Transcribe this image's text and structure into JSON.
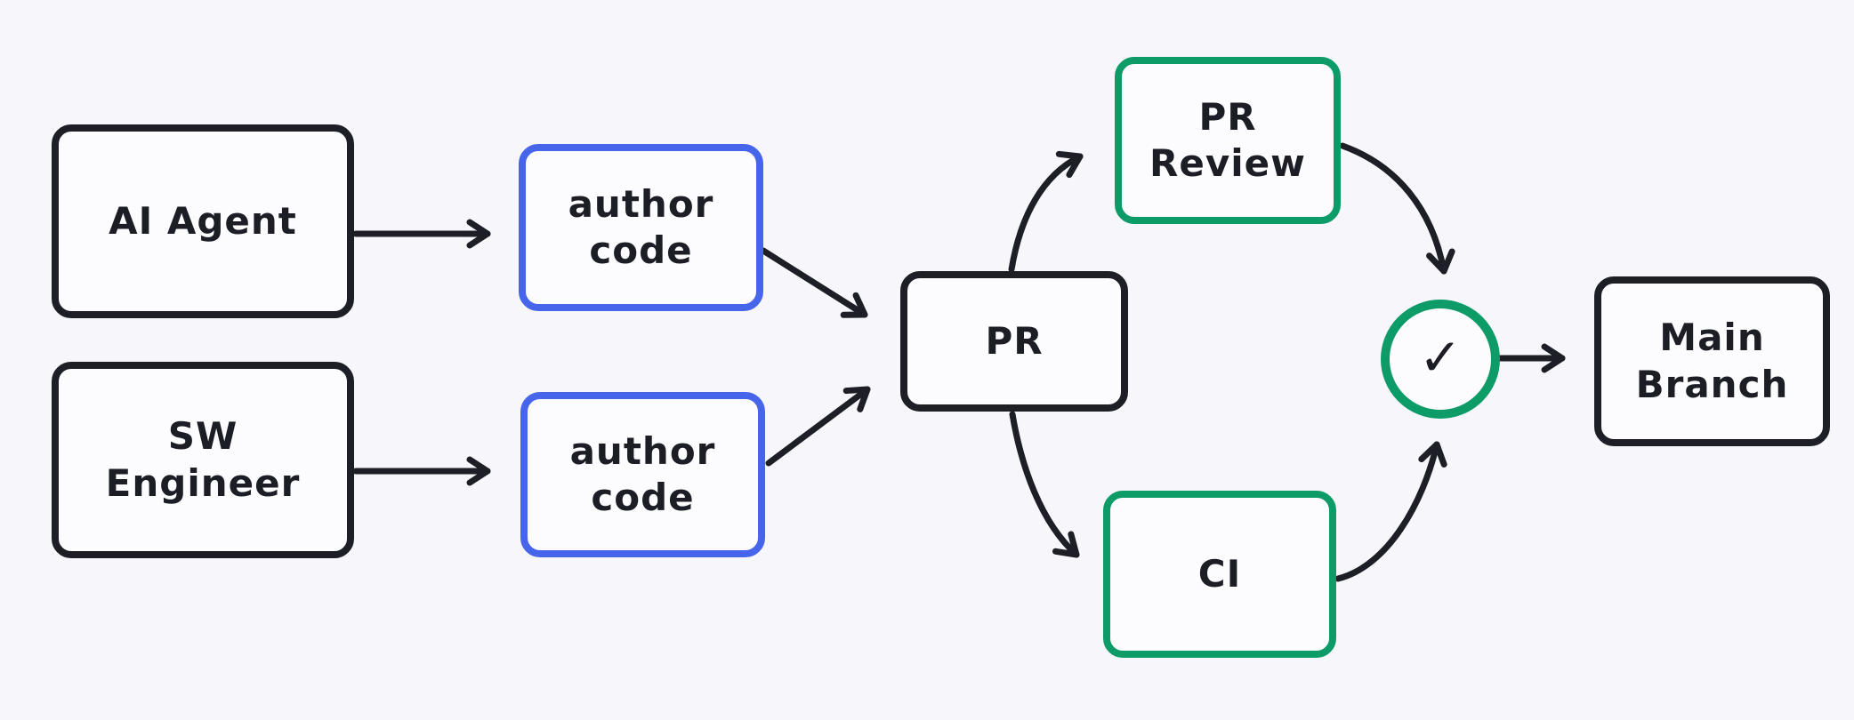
{
  "diagram": {
    "background_color": "#f7f7fb",
    "node_fill_color": "#fcfcfe",
    "stroke_black": "#1e1e26",
    "stroke_blue": "#4765ea",
    "stroke_green": "#0d9b68",
    "text_color": "#1d1d26",
    "nodes": {
      "ai_agent": {
        "label": "AI Agent",
        "border_color": "black"
      },
      "sw_engineer": {
        "line1": "SW",
        "line2": "Engineer",
        "border_color": "black"
      },
      "author_code_top": {
        "line1": "author",
        "line2": "code",
        "border_color": "blue"
      },
      "author_code_bottom": {
        "line1": "author",
        "line2": "code",
        "border_color": "blue"
      },
      "pr": {
        "label": "PR",
        "border_color": "black"
      },
      "pr_review": {
        "line1": "PR",
        "line2": "Review",
        "border_color": "green"
      },
      "ci": {
        "label": "CI",
        "border_color": "green"
      },
      "checkpoint": {
        "icon": "✓",
        "border_color": "green"
      },
      "main_branch": {
        "line1": "Main",
        "line2": "Branch",
        "border_color": "black"
      }
    },
    "edges": [
      {
        "from": "ai_agent",
        "to": "author_code_top",
        "style": "straight"
      },
      {
        "from": "sw_engineer",
        "to": "author_code_bottom",
        "style": "straight"
      },
      {
        "from": "author_code_top",
        "to": "pr",
        "style": "straight"
      },
      {
        "from": "author_code_bottom",
        "to": "pr",
        "style": "straight"
      },
      {
        "from": "pr",
        "to": "pr_review",
        "style": "curved"
      },
      {
        "from": "pr",
        "to": "ci",
        "style": "curved"
      },
      {
        "from": "pr_review",
        "to": "checkpoint",
        "style": "curved"
      },
      {
        "from": "ci",
        "to": "checkpoint",
        "style": "curved"
      },
      {
        "from": "checkpoint",
        "to": "main_branch",
        "style": "straight"
      }
    ]
  }
}
